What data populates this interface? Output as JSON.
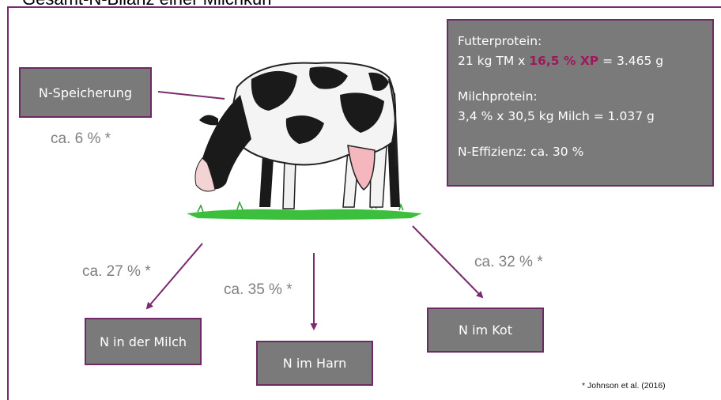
{
  "top_cut_text": "Gesamt-N-Bilanz einer Milchkuh",
  "boxes": {
    "storage": "N-Speicherung",
    "milk": "N in der Milch",
    "urine": "N im Harn",
    "feces": "N im Kot"
  },
  "percentages": {
    "storage": "ca. 6 % *",
    "milk": "ca. 27 % *",
    "urine": "ca. 35 % *",
    "feces": "ca. 32 % *"
  },
  "info": {
    "feed_protein_title": "Futterprotein:",
    "feed_protein_prefix": "21 kg TM x ",
    "feed_protein_highlight": "16,5 % XP",
    "feed_protein_suffix": " = 3.465 g",
    "milk_protein_title": "Milchprotein:",
    "milk_protein_calc": "3,4 % x 30,5 kg Milch = 1.037 g",
    "efficiency": "N-Effizienz: ca. 30 %"
  },
  "source_note": "* Johnson et al. (2016)",
  "colors": {
    "accent": "#6e2a64",
    "box_fill": "#7a7a7a",
    "highlight": "#a0185c",
    "grass": "#3cbf3c"
  }
}
